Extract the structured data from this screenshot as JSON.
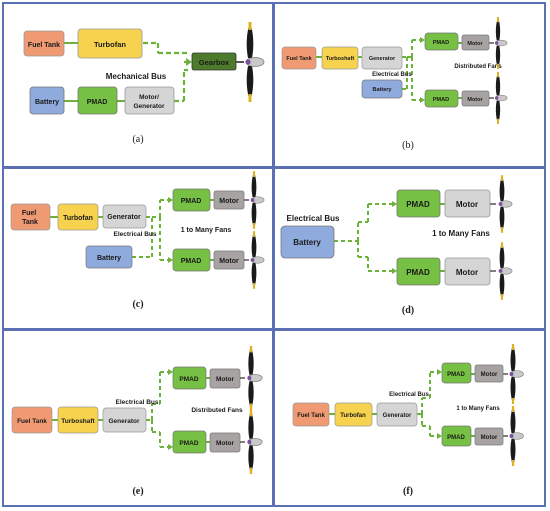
{
  "colors": {
    "frame": "#5b6fb5",
    "fuel": "#ef9a73",
    "engine": "#f6d24f",
    "electric": "#d5d5d5",
    "battery": "#8faadc",
    "pmad": "#76c043",
    "motor": "#a8a3a3",
    "gearbox": "#4e7a2b",
    "bus": "#6ab23a"
  },
  "panels": {
    "a": {
      "caption": "(a)",
      "fuel_tank": "Fuel Tank",
      "engine": "Turbofan",
      "bus_label": "Mechanical Bus",
      "gearbox": "Gearbox",
      "battery": "Battery",
      "pmad": "PMAD",
      "motor_generator": "Motor/ Generator"
    },
    "b": {
      "caption": "(b)",
      "fuel_tank": "Fuel Tank",
      "engine": "Turboshaft",
      "generator": "Generator",
      "bus_label": "Electrical Bus",
      "battery": "Battery",
      "fans_label": "Distributed Fans",
      "pmad_1": "PMAD",
      "motor_1": "Motor",
      "pmad_2": "PMAD",
      "motor_2": "Motor"
    },
    "c": {
      "caption": "(c)",
      "fuel_tank": "Fuel Tank",
      "engine": "Turbofan",
      "generator": "Generator",
      "bus_label": "Electrical Bus",
      "battery": "Battery",
      "fans_label": "1 to Many Fans",
      "pmad_1": "PMAD",
      "motor_1": "Motor",
      "pmad_2": "PMAD",
      "motor_2": "Motor"
    },
    "d": {
      "caption": "(d)",
      "bus_label": "Electrical Bus",
      "battery": "Battery",
      "fans_label": "1 to Many Fans",
      "pmad_1": "PMAD",
      "motor_1": "Motor",
      "pmad_2": "PMAD",
      "motor_2": "Motor"
    },
    "e": {
      "caption": "(e)",
      "fuel_tank": "Fuel Tank",
      "engine": "Turboshaft",
      "generator": "Generator",
      "bus_label": "Electrical Bus",
      "fans_label": "Distributed Fans",
      "pmad_1": "PMAD",
      "motor_1": "Motor",
      "pmad_2": "PMAD",
      "motor_2": "Motor"
    },
    "f": {
      "caption": "(f)",
      "fuel_tank": "Fuel Tank",
      "engine": "Turbofan",
      "generator": "Generator",
      "bus_label": "Electrical Bus",
      "fans_label": "1 to Many Fans",
      "pmad_1": "PMAD",
      "motor_1": "Motor",
      "pmad_2": "PMAD",
      "motor_2": "Motor"
    }
  }
}
